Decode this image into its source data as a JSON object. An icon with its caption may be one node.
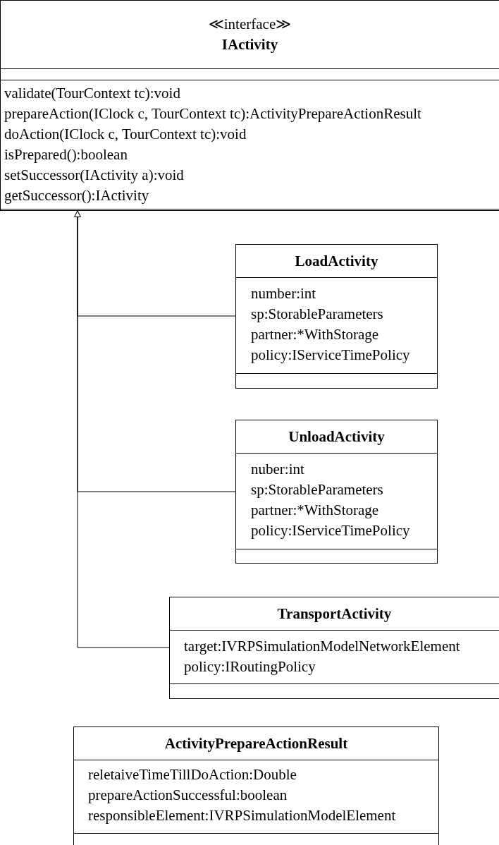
{
  "diagram": {
    "nodes": [
      {
        "text": [
          "≪interface≫",
          "IActivity",
          "validate(TourContext tc):void",
          "prepareAction(IClock c, TourContext tc):ActivityPrepareActionResult",
          "doAction(IClock c, TourContext tc):void",
          "isPrepared():boolean",
          "setSuccessor(IActivity a):void",
          "getSuccessor():IActivity"
        ]
      },
      {
        "text": [
          "LoadActivity",
          "number:int",
          "sp:StorableParameters",
          "partner:*WithStorage",
          "policy:IServiceTimePolicy"
        ]
      },
      {
        "text": [
          "UnloadActivity",
          "nuber:int",
          "sp:StorableParameters",
          "partner:*WithStorage",
          "policy:IServiceTimePolicy"
        ]
      },
      {
        "text": [
          "TransportActivity",
          "target:IVRPSimulationModelNetworkElement",
          "policy:IRoutingPolicy"
        ]
      },
      {
        "text": [
          "ActivityPrepareActionResult",
          "reletaiveTimeTillDoAction:Double",
          "prepareActionSuccessful:boolean",
          "responsibleElement:IVRPSimulationModelElement"
        ]
      }
    ],
    "edges": [
      {
        "from": 1,
        "to": 0,
        "arrow": "to"
      },
      {
        "from": 2,
        "to": 0,
        "arrow": "to"
      },
      {
        "from": 3,
        "to": 0,
        "arrow": "to"
      }
    ]
  }
}
